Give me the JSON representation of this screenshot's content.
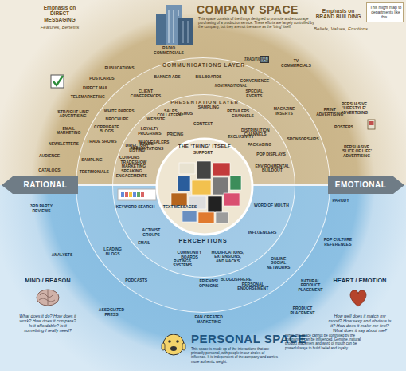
{
  "diagram": {
    "nodes": [
      {
        "text": [
          "COMPANY SPACE",
          "This space consists of the things designed to promote and encourage purchasing of a product or service. These efforts are largely controlled by the company, but they are not the same as the 'thing' itself."
        ]
      },
      {
        "text": [
          "PERSONAL SPACE",
          "This space is made up of the interactions that are primarily personal, with people in our circles of influence. It is independent of the company and carries more authentic weight.",
          "While this space cannot be controlled by the company, it can be influenced. Genuine, natural product placement and word of mouth can be powerful ways to build belief and loyalty."
        ]
      },
      {
        "text": [
          "This might map to departments like this..."
        ]
      },
      {
        "text": [
          "COMMUNICATIONS LAYER"
        ]
      },
      {
        "text": [
          "PRESENTATION LAYER"
        ],
        "in": 3
      },
      {
        "text": [
          "THE 'THING' ITSELF"
        ],
        "in": 4
      },
      {
        "text": [
          "RATIONAL"
        ]
      },
      {
        "text": [
          "EMOTIONAL"
        ]
      }
    ],
    "labels": [
      "Emphasis on DIRECT MESSAGING",
      "Features, Benefits",
      "Emphasis on BRAND BUILDING",
      "Beliefs, Values, Emotions",
      "RADIO COMMERCIALS",
      "PUBLICATIONS",
      "BANNER ADS",
      "BILLBOARDS",
      "TRADITIONAL",
      "NONTRADITIONAL",
      "TV COMMERCIALS",
      "POSTCARDS",
      "DIRECT MAIL",
      "CONVENIENCE",
      "TELEMARKETING",
      "CLIENT CONFERENCES",
      "SPECIAL EVENTS",
      "MAGAZINE INSERTS",
      "PRINT ADVERTISING",
      "'STRAIGHT LINE' ADVERTISING",
      "WHITE PAPERS",
      "SALES COLLATERAL",
      "DEMOS",
      "SAMPLING",
      "RETAILERS",
      "CHANNELS",
      "BROCHURE",
      "CORPORATE BLOGS",
      "EMAIL MARKETING",
      "TRADE SHOWS",
      "NEWSLETTERS",
      "WEBSITE",
      "LOYALTY PROGRAMS",
      "CONTEXT",
      "PRICING",
      "DISTRIBUTION CHANNELS",
      "EXCLUSIVITY",
      "PACKAGING",
      "SPONSORSHIPS",
      "POSTERS",
      "PERSUASIVE 'LIFESTYLE' ADVERTISING",
      "PERSUASIVE 'SLICE OF LIFE' ADVERTISING",
      "POP DISPLAYS",
      "ENVIRONMENTAL BUILDOUT",
      "SAMPLING",
      "DIRECTORY LISTING",
      "COUPONS",
      "WHOLESALERS",
      "SALES PRESENTATIONS",
      "TRADESHOW MARKETING",
      "SPEAKING ENGAGEMENTS",
      "AUDIENCE",
      "CATALOGS",
      "TESTIMONIALS",
      "SUPPORT",
      "KEYWORD SEARCH",
      "TEXT MESSAGES",
      "3RD PARTY REVIEWS",
      "WORD OF MOUTH",
      "PARODY",
      "INFLUENCERS",
      "POP CULTURE REFERENCES",
      "PERCEPTIONS",
      "ACTIVIST GROUPS",
      "EMAIL",
      "COMMUNITY BOARDS",
      "MODIFICATIONS, EXTENSIONS, AND HACKS",
      "ONLINE SOCIAL NETWORKS",
      "RATINGS SYSTEMS",
      "FRIENDS/ OPINIONS",
      "BLOGOSPHERE",
      "LEADING BLOGS",
      "ANALYSTS",
      "PODCASTS",
      "ASSOCIATED PRESS",
      "FAN CREATED MARKETING",
      "PERSONAL ENDORSEMENT",
      "NATURAL PRODUCT PLACEMENT",
      "PRODUCT PLACEMENT",
      "MIND / REASON",
      "What does it do? How does it work? How does it compare? Is it affordable? Is it something I really need?",
      "HEART / EMOTION",
      "How well does it match my mood? How sexy and obvious is it? How does it make me feel? What does it say about me?"
    ]
  }
}
